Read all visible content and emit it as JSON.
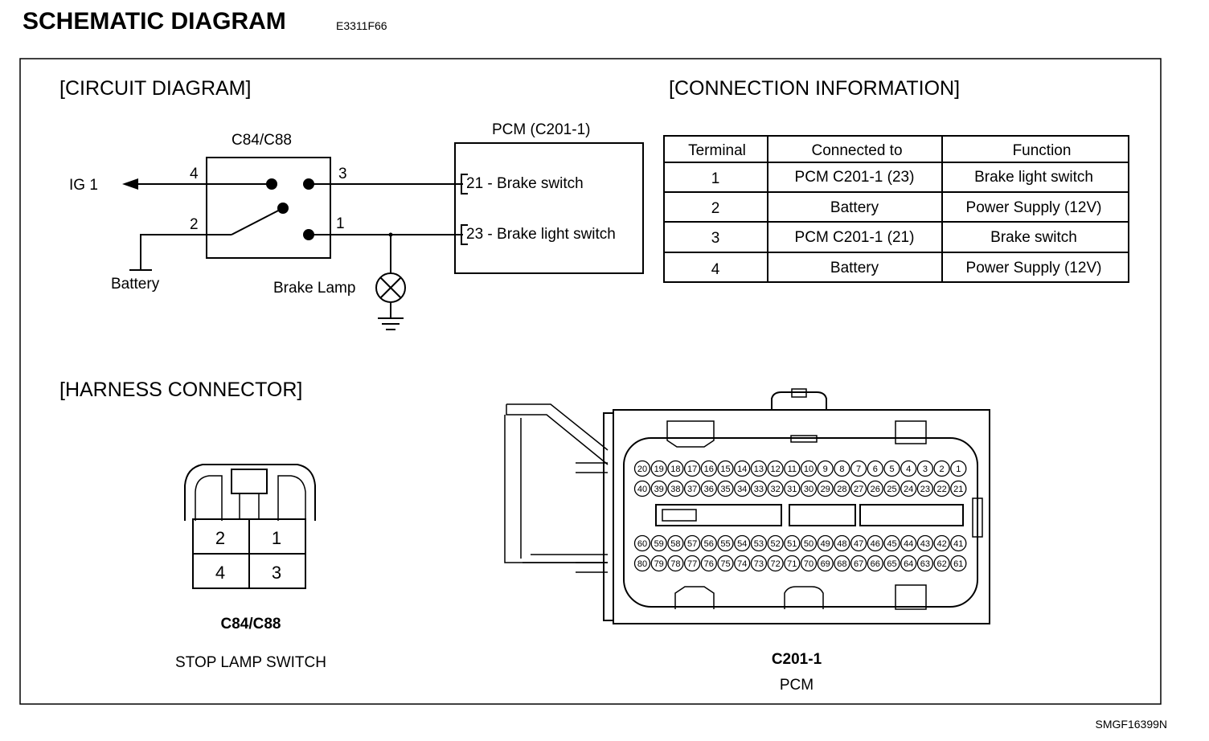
{
  "header": {
    "title": "SCHEMATIC  DIAGRAM",
    "code": "E3311F66"
  },
  "footer": {
    "code": "SMGF16399N"
  },
  "circuit": {
    "section_title": "[CIRCUIT DIAGRAM]",
    "switch_label": "C84/C88",
    "pcm_label": "PCM (C201-1)",
    "ig1": "IG 1",
    "battery": "Battery",
    "brake_lamp": "Brake Lamp",
    "pin4": "4",
    "pin3": "3",
    "pin2": "2",
    "pin1": "1",
    "pcm_pin21": "21 - Brake switch",
    "pcm_pin23": "23 - Brake light switch"
  },
  "connection": {
    "section_title": "[CONNECTION INFORMATION]",
    "headers": [
      "Terminal",
      "Connected to",
      "Function"
    ],
    "rows": [
      [
        "1",
        "PCM C201-1 (23)",
        "Brake light switch"
      ],
      [
        "2",
        "Battery",
        "Power Supply (12V)"
      ],
      [
        "3",
        "PCM C201-1 (21)",
        "Brake switch"
      ],
      [
        "4",
        "Battery",
        "Power Supply (12V)"
      ]
    ]
  },
  "harness": {
    "section_title": "[HARNESS CONNECTOR]",
    "c84": {
      "pins": [
        "2",
        "1",
        "4",
        "3"
      ],
      "name": "C84/C88",
      "desc": "STOP LAMP SWITCH"
    },
    "pcm": {
      "name": "C201-1",
      "desc": "PCM",
      "row1": [
        "20",
        "19",
        "18",
        "17",
        "16",
        "15",
        "14",
        "13",
        "12",
        "11",
        "10",
        "9",
        "8",
        "7",
        "6",
        "5",
        "4",
        "3",
        "2",
        "1"
      ],
      "row2": [
        "40",
        "39",
        "38",
        "37",
        "36",
        "35",
        "34",
        "33",
        "32",
        "31",
        "30",
        "29",
        "28",
        "27",
        "26",
        "25",
        "24",
        "23",
        "22",
        "21"
      ],
      "row3": [
        "60",
        "59",
        "58",
        "57",
        "56",
        "55",
        "54",
        "53",
        "52",
        "51",
        "50",
        "49",
        "48",
        "47",
        "46",
        "45",
        "44",
        "43",
        "42",
        "41"
      ],
      "row4": [
        "80",
        "79",
        "78",
        "77",
        "76",
        "75",
        "74",
        "73",
        "72",
        "71",
        "70",
        "69",
        "68",
        "67",
        "66",
        "65",
        "64",
        "63",
        "62",
        "61"
      ]
    }
  }
}
